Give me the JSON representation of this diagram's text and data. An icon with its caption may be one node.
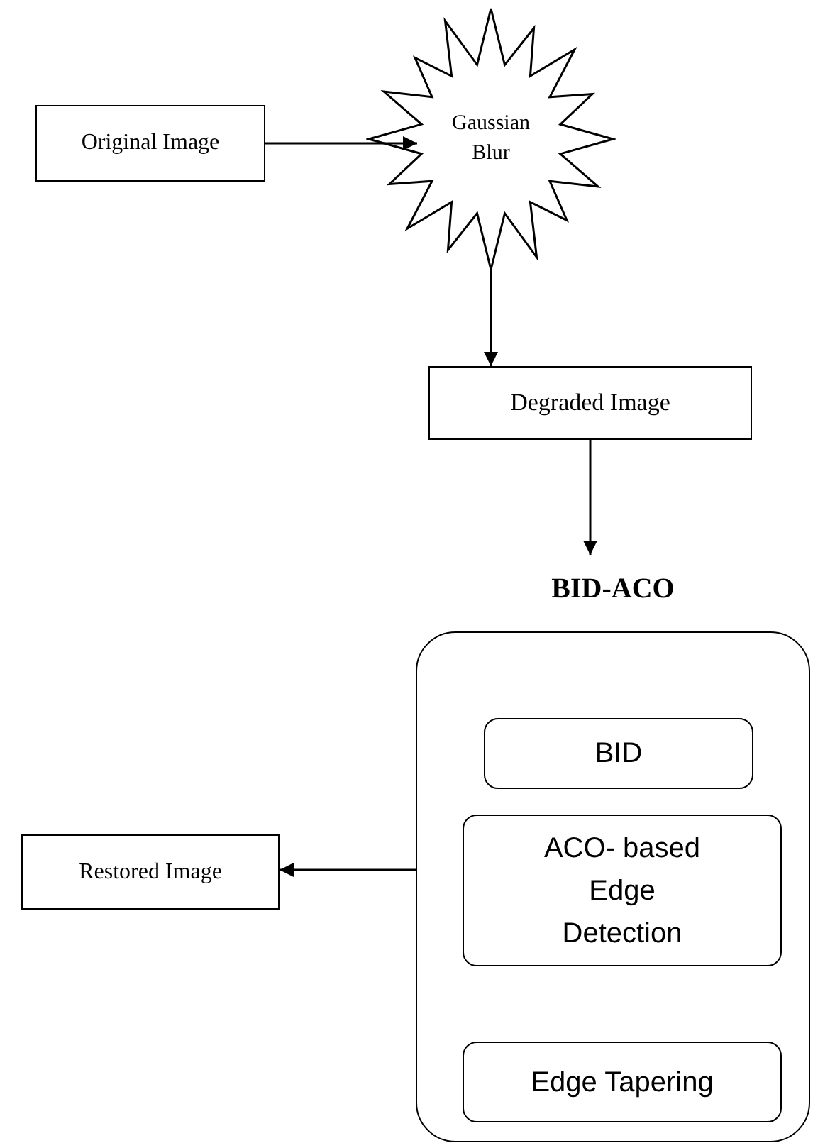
{
  "diagram": {
    "nodes": [
      {
        "text": [
          "Original Image"
        ]
      },
      {
        "text": [
          "Gaussian Blur"
        ]
      },
      {
        "text": [
          "Degraded Image"
        ]
      },
      {
        "text": [
          "BID-ACO"
        ]
      },
      {
        "text": [
          "BID"
        ],
        "in": 3
      },
      {
        "text": [
          "ACO- based Edge Detection"
        ],
        "in": 3
      },
      {
        "text": [
          "Edge Tapering"
        ],
        "in": 3
      },
      {
        "text": [
          "Restored Image"
        ]
      }
    ],
    "edges": [
      {
        "from": 0,
        "to": 1,
        "arrow": "to"
      },
      {
        "from": 1,
        "to": 2,
        "arrow": "to"
      },
      {
        "from": 2,
        "to": 3,
        "arrow": "to"
      },
      {
        "from": 3,
        "to": 7,
        "arrow": "to"
      }
    ]
  }
}
